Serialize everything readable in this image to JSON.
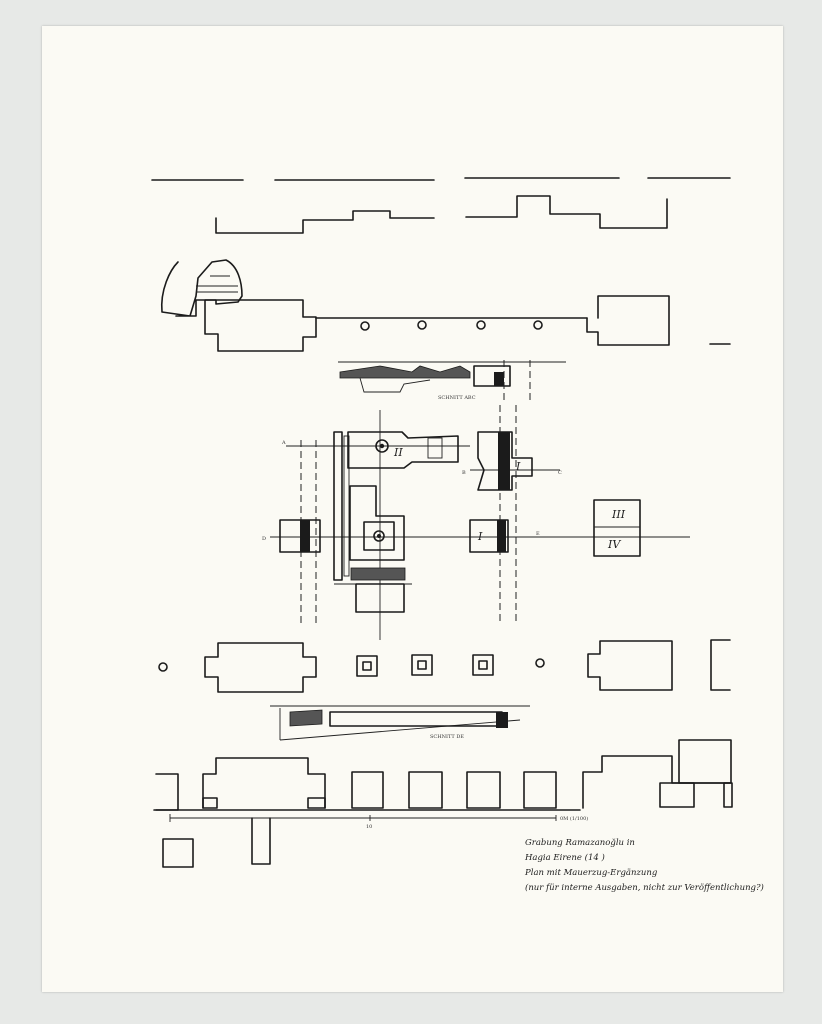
{
  "drawing": {
    "room_labels": [
      "II",
      "I",
      "I",
      "III",
      "IV"
    ],
    "section_labels": [
      "SCHNITT ABC",
      "SCHNITT DE"
    ],
    "scale_label": "0M (1/100)",
    "axis_letters": [
      "A",
      "B",
      "C",
      "D",
      "E"
    ],
    "bar_marker": "10"
  },
  "caption": {
    "lines": [
      "Grabung Ramazanoğlu in",
      "Hagia Eirene (14 )",
      "Plan mit Mauerzug-Ergänzung",
      "(nur für interne Ausgaben, nicht zur Veröffentlichung?)"
    ]
  },
  "colors": {
    "paper": "#fbfaf4",
    "ink": "#1b1b1b",
    "background": "#e7e9e7"
  }
}
